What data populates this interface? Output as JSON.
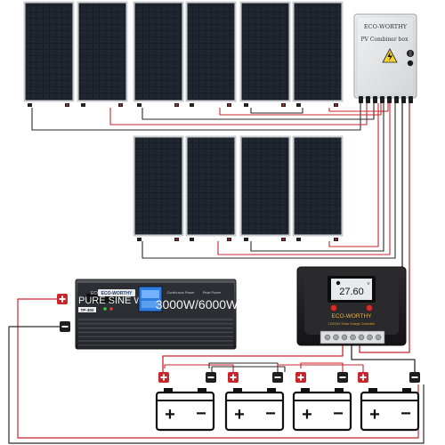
{
  "combiner_box": {
    "brand": "ECO-WORTHY",
    "label": "PV Combiner box",
    "warning_icon": "high-voltage-icon",
    "lock_icon": "key-lock-icon"
  },
  "inverter": {
    "brand_badge": "ECO-WORTHY",
    "mode_text": "PURE SINE WAVE",
    "model_badge": "TP-300",
    "power_rating": "3000W/6000W",
    "small_text_1": "Continuous Power",
    "small_text_2": "Peak Power"
  },
  "charge_controller": {
    "brand": "ECO-WORTHY",
    "subtitle": "12V/24V Solar Charge Controller",
    "display_value": "27.60",
    "display_unit": "V"
  },
  "panels": {
    "top_row_count": 6,
    "bottom_row_count": 4
  },
  "batteries": {
    "count": 4,
    "plus_symbol": "+",
    "minus_symbol": "−"
  },
  "colors": {
    "positive_wire": "#c9252c",
    "negative_wire": "#2a2a2a",
    "panel_cell": "#151a22",
    "panel_frame": "#d8dadd",
    "inverter_body": "#3a3d42",
    "controller_body": "#1e1e20",
    "combiner_body": "#e4e6e8",
    "lcd_blue": "#2f7de1"
  }
}
